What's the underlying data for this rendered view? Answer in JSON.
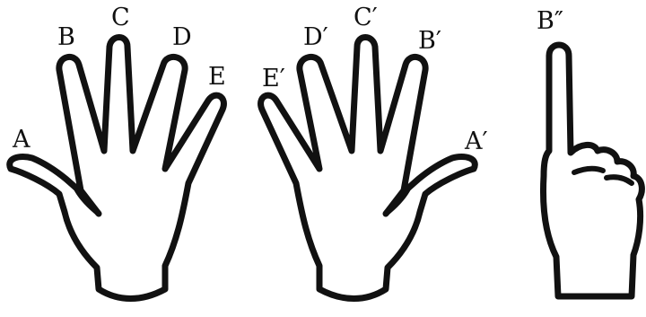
{
  "figure": {
    "hands": [
      {
        "name": "left-palm",
        "labels": {
          "thumb": "A",
          "index": "B",
          "middle": "C",
          "ring": "D",
          "little": "E"
        }
      },
      {
        "name": "right-palm",
        "labels": {
          "little": "E′",
          "ring": "D′",
          "middle": "C′",
          "index": "B′",
          "thumb": "A′"
        }
      },
      {
        "name": "pointing-hand",
        "labels": {
          "index": "B″"
        }
      }
    ]
  }
}
